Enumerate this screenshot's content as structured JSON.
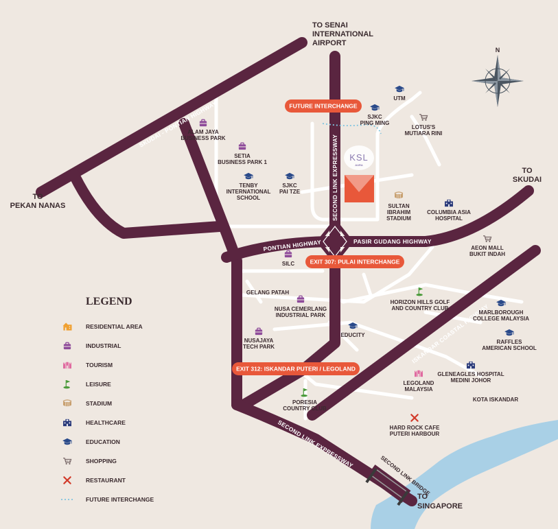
{
  "colors": {
    "background": "#efe8e1",
    "highway": "#5a2540",
    "minor_road": "#ffffff",
    "accent": "#e8583a",
    "water": "#a9d0e6",
    "industrial": "#8e4b9a",
    "education": "#2a4a8a",
    "leisure": "#4a9a3a",
    "tourism": "#e06aa0",
    "stadium": "#c8a070",
    "shopping": "#7a6a6a",
    "restaurant": "#d23a2a",
    "residential": "#f0a030",
    "healthcare": "#2a3a7a"
  },
  "directions": {
    "north": "TO SENAI\nINTERNATIONAL\nAIRPORT",
    "east": "TO\nSKUDAI",
    "west": "TO\nPEKAN NANAS",
    "south": "TO\nSINGAPORE"
  },
  "compass": {
    "label": "N"
  },
  "roads": {
    "skudai_pontian": "SKUDAI - PONTIAN HIGHWAY",
    "second_link_north": "SECOND LINK EXPRESSWAY",
    "second_link_south": "SECOND LINK EXPRESSWAY",
    "pontian": "PONTIAN HIGHWAY",
    "pasir_gudang": "PASIR GUDANG HIGHWAY",
    "iskandar_coastal": "ISKANDAR COASTAL HIGHWAY",
    "second_link_bridge": "SECOND LINK BRIDGE"
  },
  "interchanges": {
    "future": "FUTURE INTERCHANGE",
    "exit307": "EXIT 307: PULAI INTERCHANGE",
    "exit312": "EXIT 312: ISKANDAR PUTERI / LEGOLAND"
  },
  "project_logo": {
    "text": "KSL",
    "sub": "AURA"
  },
  "places": [
    {
      "name": "UTM",
      "icon": "education"
    },
    {
      "name": "SJKC\nPING MING",
      "icon": "education"
    },
    {
      "name": "LOTUS'S\nMUTIARA RINI",
      "icon": "shopping"
    },
    {
      "name": "ALAM JAYA\nBUSINESS PARK",
      "icon": "industrial"
    },
    {
      "name": "SETIA\nBUSINESS PARK 1",
      "icon": "industrial"
    },
    {
      "name": "TENBY\nINTERNATIONAL\nSCHOOL",
      "icon": "education"
    },
    {
      "name": "SJKC\nPAI TZE",
      "icon": "education"
    },
    {
      "name": "SULTAN\nIBRAHIM\nSTADIUM",
      "icon": "stadium"
    },
    {
      "name": "COLUMBIA ASIA\nHOSPITAL",
      "icon": "healthcare"
    },
    {
      "name": "AEON MALL\nBUKIT INDAH",
      "icon": "shopping"
    },
    {
      "name": "SILC",
      "icon": "industrial"
    },
    {
      "name": "GELANG PATAH",
      "icon": ""
    },
    {
      "name": "NUSA CEMERLANG\nINDUSTRIAL PARK",
      "icon": "industrial"
    },
    {
      "name": "HORIZON HILLS GOLF\nAND COUNTRY CLUB",
      "icon": "leisure"
    },
    {
      "name": "MARLBOROUGH\nCOLLEGE MALAYSIA",
      "icon": "education"
    },
    {
      "name": "EDUCITY",
      "icon": "education"
    },
    {
      "name": "NUSAJAYA\nTECH PARK",
      "icon": "industrial"
    },
    {
      "name": "RAFFLES\nAMERICAN SCHOOL",
      "icon": "education"
    },
    {
      "name": "GLENEAGLES HOSPITAL\nMEDINI JOHOR",
      "icon": "healthcare"
    },
    {
      "name": "LEGOLAND\nMALAYSIA",
      "icon": "tourism"
    },
    {
      "name": "KOTA ISKANDAR",
      "icon": ""
    },
    {
      "name": "PORESIA\nCOUNTRY CLUB",
      "icon": "leisure"
    },
    {
      "name": "HARD ROCK CAFE\nPUTERI HARBOUR",
      "icon": "restaurant"
    }
  ],
  "legend": {
    "title": "LEGEND",
    "items": [
      {
        "label": "RESIDENTIAL AREA",
        "icon": "residential"
      },
      {
        "label": "INDUSTRIAL",
        "icon": "industrial"
      },
      {
        "label": "TOURISM",
        "icon": "tourism"
      },
      {
        "label": "LEISURE",
        "icon": "leisure"
      },
      {
        "label": "STADIUM",
        "icon": "stadium"
      },
      {
        "label": "HEALTHCARE",
        "icon": "healthcare"
      },
      {
        "label": "EDUCATION",
        "icon": "education"
      },
      {
        "label": "SHOPPING",
        "icon": "shopping"
      },
      {
        "label": "RESTAURANT",
        "icon": "restaurant"
      },
      {
        "label": "FUTURE INTERCHANGE",
        "icon": "future-interchange"
      }
    ]
  }
}
